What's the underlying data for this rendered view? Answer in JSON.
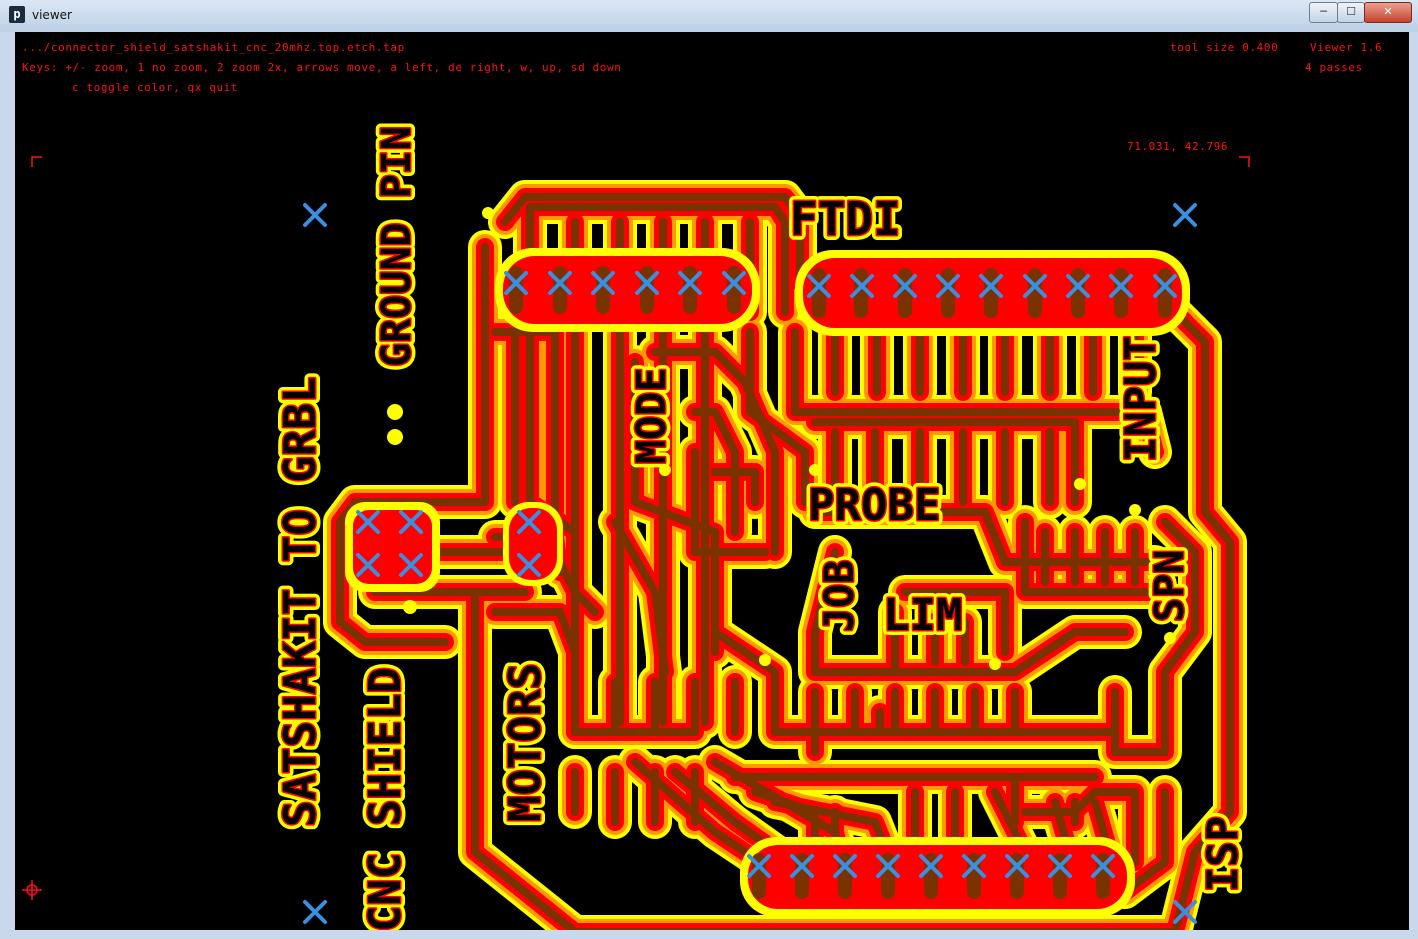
{
  "window": {
    "title": "viewer",
    "icon": "app-logo-icon",
    "buttons": [
      "minimize",
      "maximize",
      "close"
    ]
  },
  "header": {
    "file": ".../connector_shield_satshakit_cnc_20mhz.top.etch.tap",
    "keys_line1": "Keys: +/- zoom, 1 no zoom, 2 zoom 2x, arrows move, a left, de right, w, up, sd down",
    "keys_line2": "c toggle color, qx quit",
    "tool_size": "tool size  0.400",
    "version": "Viewer 1.6",
    "passes": "4 passes",
    "coords": "71.031, 42.796"
  },
  "board_labels": {
    "ftdi": "FTDI",
    "input": "INPUT",
    "mode": "MODE",
    "probe": "PROBE",
    "job": "JOB",
    "lim": "LIM",
    "spn": "SPN",
    "motors": "MOTORS",
    "isp": "ISP",
    "ground_pin": "GROUND PIN",
    "satshakit": "SATSHAKIT TO GRBL",
    "cnc_shield": "CNC SHIELD"
  },
  "colors": {
    "pass_outer": "#ffff00",
    "pass_mid": "#ff9900",
    "pass_inner": "#ff0000",
    "copper": "#7a3300",
    "marker": "#3a8fe0",
    "hud_text": "#ff1010"
  }
}
